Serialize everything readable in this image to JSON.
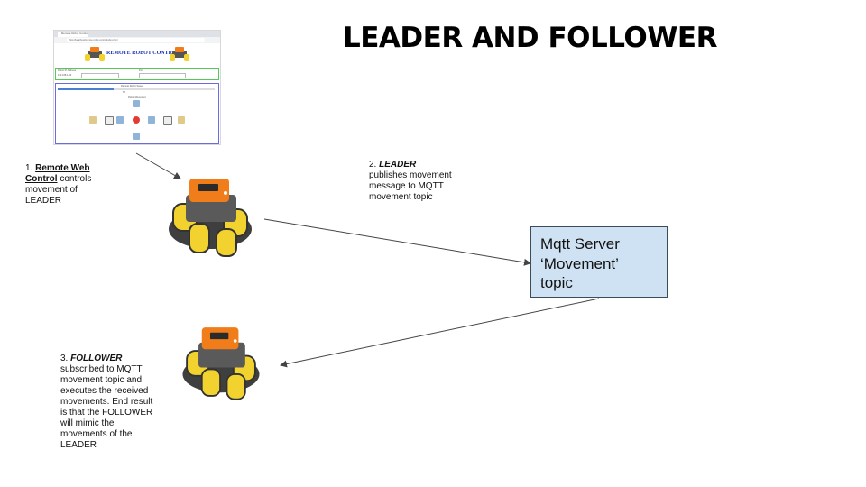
{
  "title": "LEADER AND FOLLOWER",
  "screenshot": {
    "tab_title": "Remote Robot Control",
    "url": "http://localhost/remote-robot-control/index.html",
    "header_title": "REMOTE ROBOT CONTROL",
    "status_label": "Robot IP Address",
    "status_value": "192.168.1.50",
    "ip_label": "Port",
    "speed_label": "Remote Robot Speed",
    "speed_value": "50",
    "directions_label": "Robot Movement"
  },
  "notes": {
    "note1": {
      "number": "1.",
      "emph": "Remote Web Control",
      "rest": "controls movement of LEADER"
    },
    "note2": {
      "number": "2.",
      "emph": "LEADER",
      "rest": "publishes movement message to MQTT movement topic"
    },
    "note3": {
      "number": "3.",
      "emph": "FOLLOWER",
      "rest": "subscribed to MQTT movement topic and executes the received movements. End result is that the FOLLOWER will mimic the movements of the LEADER"
    }
  },
  "mqtt_box": {
    "line1": "Mqtt Server",
    "line2": "‘Movement’",
    "line3": "topic"
  },
  "colors": {
    "box_fill": "#cfe2f3",
    "box_border": "#3c4b5a",
    "arrow": "#444444",
    "robot_shell": "#f07d1a",
    "robot_wheel": "#f2d22e"
  }
}
